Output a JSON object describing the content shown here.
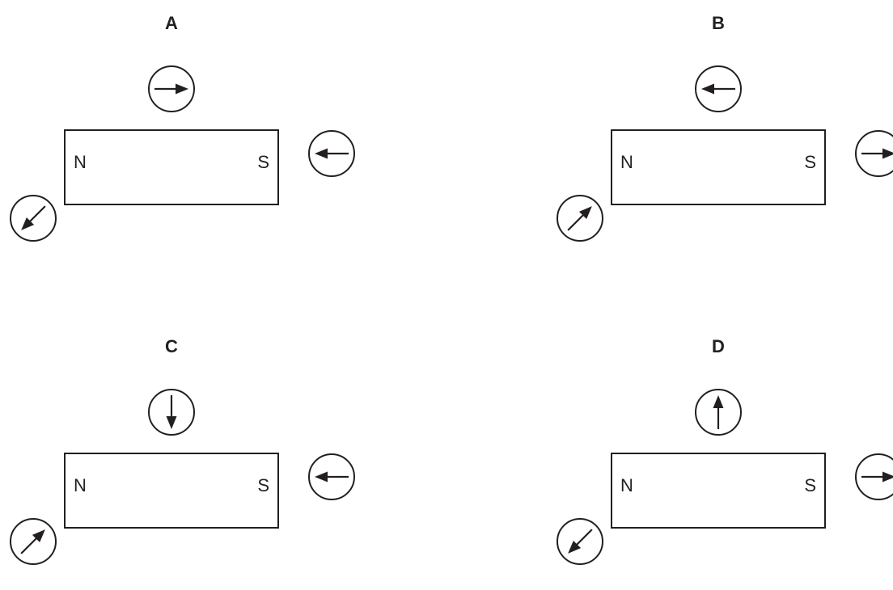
{
  "colors": {
    "ink": "#231f20",
    "background": "#ffffff"
  },
  "panels": [
    {
      "label": "A",
      "magnet": {
        "north_label": "N",
        "south_label": "S"
      },
      "compasses": [
        {
          "position": "top",
          "arrow_direction": "right",
          "angle_deg": 0
        },
        {
          "position": "right",
          "arrow_direction": "left",
          "angle_deg": 180
        },
        {
          "position": "bottom-left",
          "arrow_direction": "down-left",
          "angle_deg": 135
        }
      ]
    },
    {
      "label": "B",
      "magnet": {
        "north_label": "N",
        "south_label": "S"
      },
      "compasses": [
        {
          "position": "top",
          "arrow_direction": "left",
          "angle_deg": 180
        },
        {
          "position": "right",
          "arrow_direction": "right",
          "angle_deg": 0
        },
        {
          "position": "bottom-left",
          "arrow_direction": "up-right",
          "angle_deg": -45
        }
      ]
    },
    {
      "label": "C",
      "magnet": {
        "north_label": "N",
        "south_label": "S"
      },
      "compasses": [
        {
          "position": "top",
          "arrow_direction": "down",
          "angle_deg": 90
        },
        {
          "position": "right",
          "arrow_direction": "left",
          "angle_deg": 180
        },
        {
          "position": "bottom-left",
          "arrow_direction": "up-right",
          "angle_deg": -45
        }
      ]
    },
    {
      "label": "D",
      "magnet": {
        "north_label": "N",
        "south_label": "S"
      },
      "compasses": [
        {
          "position": "top",
          "arrow_direction": "up",
          "angle_deg": -90
        },
        {
          "position": "right",
          "arrow_direction": "right",
          "angle_deg": 0
        },
        {
          "position": "bottom-left",
          "arrow_direction": "down-left",
          "angle_deg": 135
        }
      ]
    }
  ]
}
